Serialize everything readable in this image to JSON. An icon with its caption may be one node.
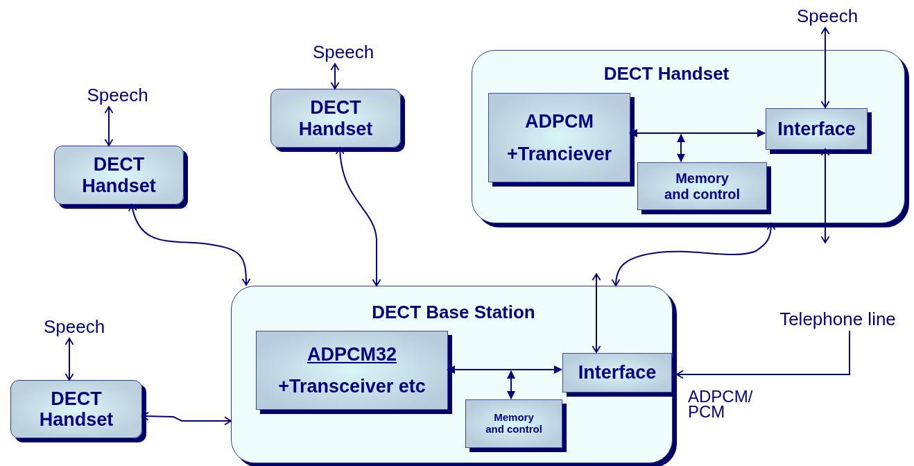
{
  "diagram": {
    "nodes": [
      {
        "text": [
          "Speech"
        ]
      },
      {
        "text": [
          "DECT Handset"
        ]
      },
      {
        "text": [
          "Speech"
        ]
      },
      {
        "text": [
          "DECT Handset"
        ]
      },
      {
        "text": [
          "Speech"
        ]
      },
      {
        "text": [
          "DECT Handset"
        ]
      },
      {
        "text": [
          "ADPCM",
          "+Tranciever"
        ],
        "in": 5
      },
      {
        "text": [
          "Memory and control"
        ],
        "in": 5
      },
      {
        "text": [
          "Interface"
        ],
        "in": 5
      },
      {
        "text": [
          "Speech"
        ]
      },
      {
        "text": [
          "DECT Handset"
        ]
      },
      {
        "text": [
          "DECT Base Station"
        ]
      },
      {
        "text": [
          "ADPCM32",
          "+Transceiver etc"
        ],
        "in": 11
      },
      {
        "text": [
          "Memory and control"
        ],
        "in": 11
      },
      {
        "text": [
          "Interface"
        ],
        "in": 11
      },
      {
        "text": [
          "Telephone line"
        ]
      }
    ],
    "edges": [
      {
        "from": 0,
        "to": 1,
        "arrow": "both"
      },
      {
        "from": 2,
        "to": 3,
        "arrow": "both"
      },
      {
        "from": 4,
        "to": 8,
        "arrow": "both"
      },
      {
        "from": 1,
        "to": 11,
        "arrow": "both"
      },
      {
        "from": 3,
        "to": 11,
        "arrow": "both"
      },
      {
        "from": 10,
        "to": 11,
        "arrow": "both"
      },
      {
        "from": 6,
        "to": 8,
        "arrow": "both"
      },
      {
        "from": null,
        "to": 7,
        "arrow": "both"
      },
      {
        "from": 8,
        "to": null,
        "arrow": "both"
      },
      {
        "from": 5,
        "to": 11,
        "arrow": "both"
      },
      {
        "from": null,
        "to": 14,
        "arrow": "both"
      },
      {
        "from": 12,
        "to": 14,
        "arrow": "both"
      },
      {
        "from": null,
        "to": 13,
        "arrow": "both"
      },
      {
        "from": 15,
        "to": 14,
        "arrow": "to"
      },
      {
        "from": 9,
        "to": 10,
        "arrow": "both"
      }
    ],
    "labels": [
      "ADPCM/ PCM"
    ]
  }
}
